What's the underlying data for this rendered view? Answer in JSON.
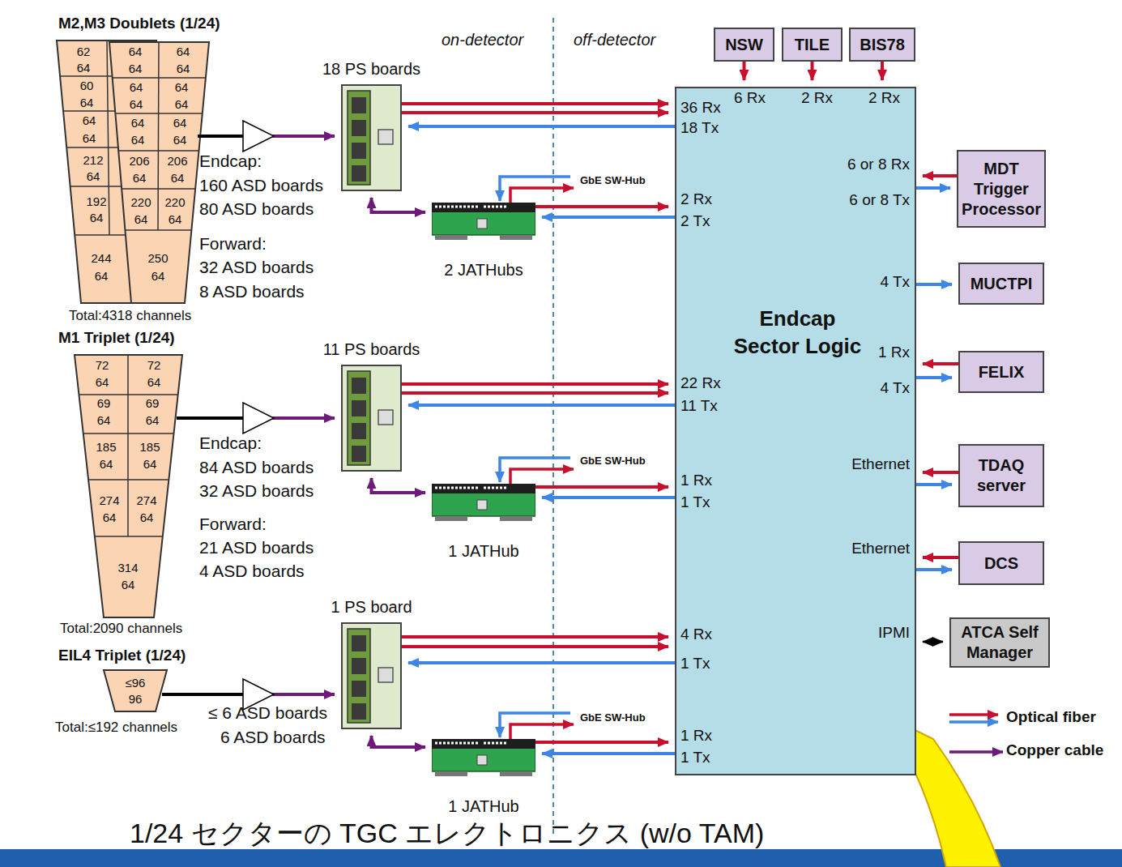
{
  "diagram": {
    "caption": "1/24 セクターの TGC エレクトロニクス (w/o TAM)",
    "nodes": [
      {
        "text": [
          "M2,M3 Doublets (1/24)",
          "Total:4318 channels"
        ]
      },
      {
        "text": [
          "18 PS boards"
        ]
      },
      {
        "text": [
          "2 JATHubs"
        ]
      },
      {
        "text": [
          "M1 Triplet (1/24)",
          "Total:2090 channels"
        ]
      },
      {
        "text": [
          "11 PS boards"
        ]
      },
      {
        "text": [
          "1 JATHub"
        ]
      },
      {
        "text": [
          "EIL4 Triplet (1/24)",
          "Total:≤192 channels"
        ]
      },
      {
        "text": [
          "1 PS board"
        ]
      },
      {
        "text": [
          "1 JATHub"
        ]
      },
      {
        "text": [
          "Endcap Sector Logic"
        ]
      },
      {
        "text": [
          "NSW"
        ]
      },
      {
        "text": [
          "TILE"
        ]
      },
      {
        "text": [
          "BIS78"
        ]
      },
      {
        "text": [
          "MDT Trigger Processor"
        ]
      },
      {
        "text": [
          "MUCTPI"
        ]
      },
      {
        "text": [
          "FELIX"
        ]
      },
      {
        "text": [
          "TDAQ server"
        ]
      },
      {
        "text": [
          "DCS"
        ]
      },
      {
        "text": [
          "ATCA Self Manager"
        ]
      }
    ],
    "edges": [
      {
        "from": 0,
        "to": 1,
        "arrow": "to"
      },
      {
        "from": 1,
        "to": 9,
        "arrow": "to"
      },
      {
        "from": 1,
        "to": 9,
        "arrow": "to"
      },
      {
        "from": 9,
        "to": 1,
        "arrow": "to"
      },
      {
        "from": 1,
        "to": 2,
        "arrow": "both"
      },
      {
        "from": 2,
        "to": 9,
        "arrow": "to"
      },
      {
        "from": 9,
        "to": 2,
        "arrow": "to"
      },
      {
        "from": 3,
        "to": 4,
        "arrow": "to"
      },
      {
        "from": 4,
        "to": 9,
        "arrow": "to"
      },
      {
        "from": 4,
        "to": 9,
        "arrow": "to"
      },
      {
        "from": 9,
        "to": 4,
        "arrow": "to"
      },
      {
        "from": 4,
        "to": 5,
        "arrow": "both"
      },
      {
        "from": 5,
        "to": 9,
        "arrow": "to"
      },
      {
        "from": 9,
        "to": 5,
        "arrow": "to"
      },
      {
        "from": 6,
        "to": 7,
        "arrow": "to"
      },
      {
        "from": 7,
        "to": 9,
        "arrow": "to"
      },
      {
        "from": 7,
        "to": 9,
        "arrow": "to"
      },
      {
        "from": 9,
        "to": 7,
        "arrow": "to"
      },
      {
        "from": 7,
        "to": 8,
        "arrow": "both"
      },
      {
        "from": 8,
        "to": 9,
        "arrow": "to"
      },
      {
        "from": 9,
        "to": 8,
        "arrow": "to"
      },
      {
        "from": 10,
        "to": 9,
        "arrow": "to"
      },
      {
        "from": 11,
        "to": 9,
        "arrow": "to"
      },
      {
        "from": 12,
        "to": 9,
        "arrow": "to"
      },
      {
        "from": 13,
        "to": 9,
        "arrow": "to"
      },
      {
        "from": 9,
        "to": 13,
        "arrow": "to"
      },
      {
        "from": 9,
        "to": 14,
        "arrow": "to"
      },
      {
        "from": 15,
        "to": 9,
        "arrow": "to"
      },
      {
        "from": 9,
        "to": 15,
        "arrow": "to"
      },
      {
        "from": 16,
        "to": 9,
        "arrow": "to"
      },
      {
        "from": 9,
        "to": 16,
        "arrow": "to"
      },
      {
        "from": 17,
        "to": 9,
        "arrow": "to"
      },
      {
        "from": 9,
        "to": 17,
        "arrow": "to"
      },
      {
        "from": 9,
        "to": 18,
        "arrow": "both"
      }
    ],
    "labels": [
      "on-detector",
      "off-detector",
      "62",
      "64",
      "60",
      "64",
      "64",
      "64",
      "212",
      "64",
      "192",
      "64",
      "244",
      "64",
      "64",
      "64",
      "64",
      "64",
      "64",
      "64",
      "64",
      "64",
      "64",
      "64",
      "64",
      "64",
      "206",
      "206",
      "64",
      "64",
      "220",
      "220",
      "64",
      "64",
      "250",
      "64",
      "Endcap:",
      "160 ASD boards",
      "80 ASD boards",
      "Forward:",
      "32 ASD boards",
      "8 ASD boards",
      "GbE SW-Hub",
      "36 Rx",
      "18 Tx",
      "2 Rx",
      "2 Tx",
      "72",
      "72",
      "64",
      "64",
      "69",
      "69",
      "64",
      "64",
      "185",
      "185",
      "64",
      "64",
      "274",
      "274",
      "64",
      "64",
      "314",
      "64",
      "Endcap:",
      "84 ASD boards",
      "32 ASD boards",
      "Forward:",
      "21 ASD boards",
      "4 ASD boards",
      "GbE SW-Hub",
      "22 Rx",
      "11 Tx",
      "1 Rx",
      "1 Tx",
      "≤96",
      "96",
      "≤ 6 ASD boards",
      "6 ASD boards",
      "GbE SW-Hub",
      "4 Rx",
      "1 Tx",
      "1 Rx",
      "1 Tx",
      "6 Rx",
      "2 Rx",
      "2 Rx",
      "6 or 8 Rx",
      "6 or 8 Tx",
      "4 Tx",
      "1 Rx",
      "4 Tx",
      "Ethernet",
      "Ethernet",
      "IPMI"
    ],
    "legend": [
      {
        "text": "Optical fiber"
      },
      {
        "text": "Copper cable"
      }
    ]
  }
}
